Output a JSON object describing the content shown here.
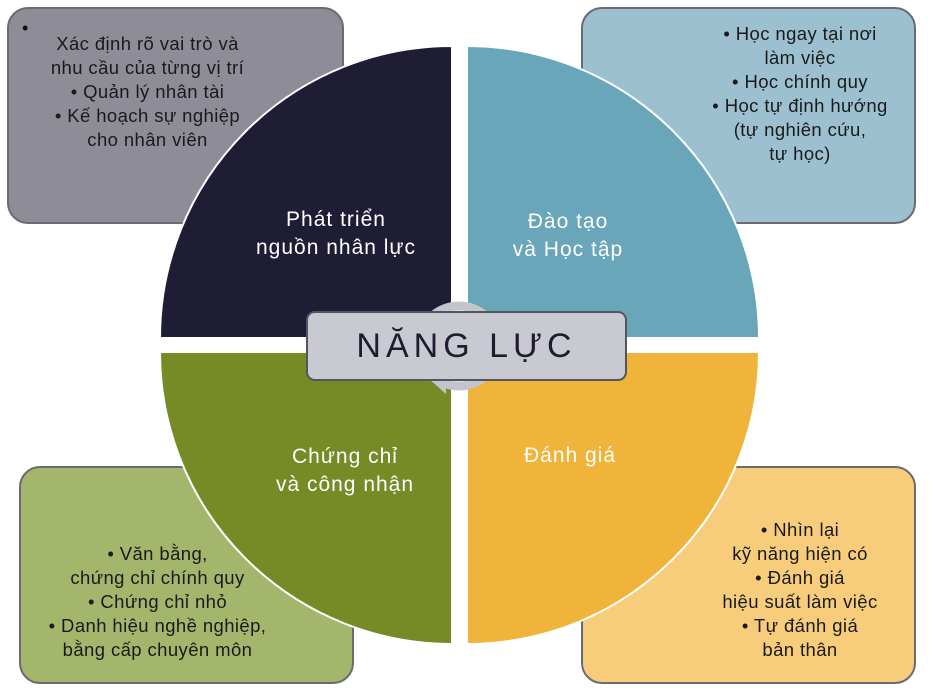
{
  "center": {
    "title": "NĂNG LỰC"
  },
  "quadrants": [
    {
      "id": "tl",
      "label": [
        "Phát triển",
        "nguồn nhân lực"
      ],
      "color": "#1f1d35"
    },
    {
      "id": "tr",
      "label": [
        "Đào tạo",
        "và Học tập"
      ],
      "color": "#6aa6b9"
    },
    {
      "id": "bl",
      "label": [
        "Chứng chỉ",
        "và công nhận"
      ],
      "color": "#768a25"
    },
    {
      "id": "br",
      "label": [
        "Đánh giá"
      ],
      "color": "#f0b43a"
    }
  ],
  "boxes": {
    "tl": {
      "color": "#8e8c96",
      "bullet": "•",
      "lines": [
        "Xác định rõ vai trò và",
        "nhu cầu của từng vị trí",
        "• Quản lý nhân tài",
        "• Kế hoạch sự nghiệp",
        "cho nhân viên"
      ]
    },
    "tr": {
      "color": "#9dc0d0",
      "lines": [
        "• Học ngay tại nơi",
        "làm việc",
        "• Học chính quy",
        "• Học tự định hướng",
        "(tự nghiên cứu,",
        "tự học)"
      ]
    },
    "bl": {
      "color": "#a4b66b",
      "lines": [
        "• Văn bằng,",
        "chứng chỉ chính quy",
        "• Chứng chỉ nhỏ",
        "• Danh hiệu nghề nghiệp,",
        "bằng cấp chuyên môn"
      ]
    },
    "br": {
      "color": "#f7cd7c",
      "lines": [
        "• Nhìn lại",
        "kỹ năng hiện có",
        "• Đánh giá",
        "hiệu suất làm việc",
        "• Tự đánh giá",
        "bản thân"
      ]
    }
  }
}
